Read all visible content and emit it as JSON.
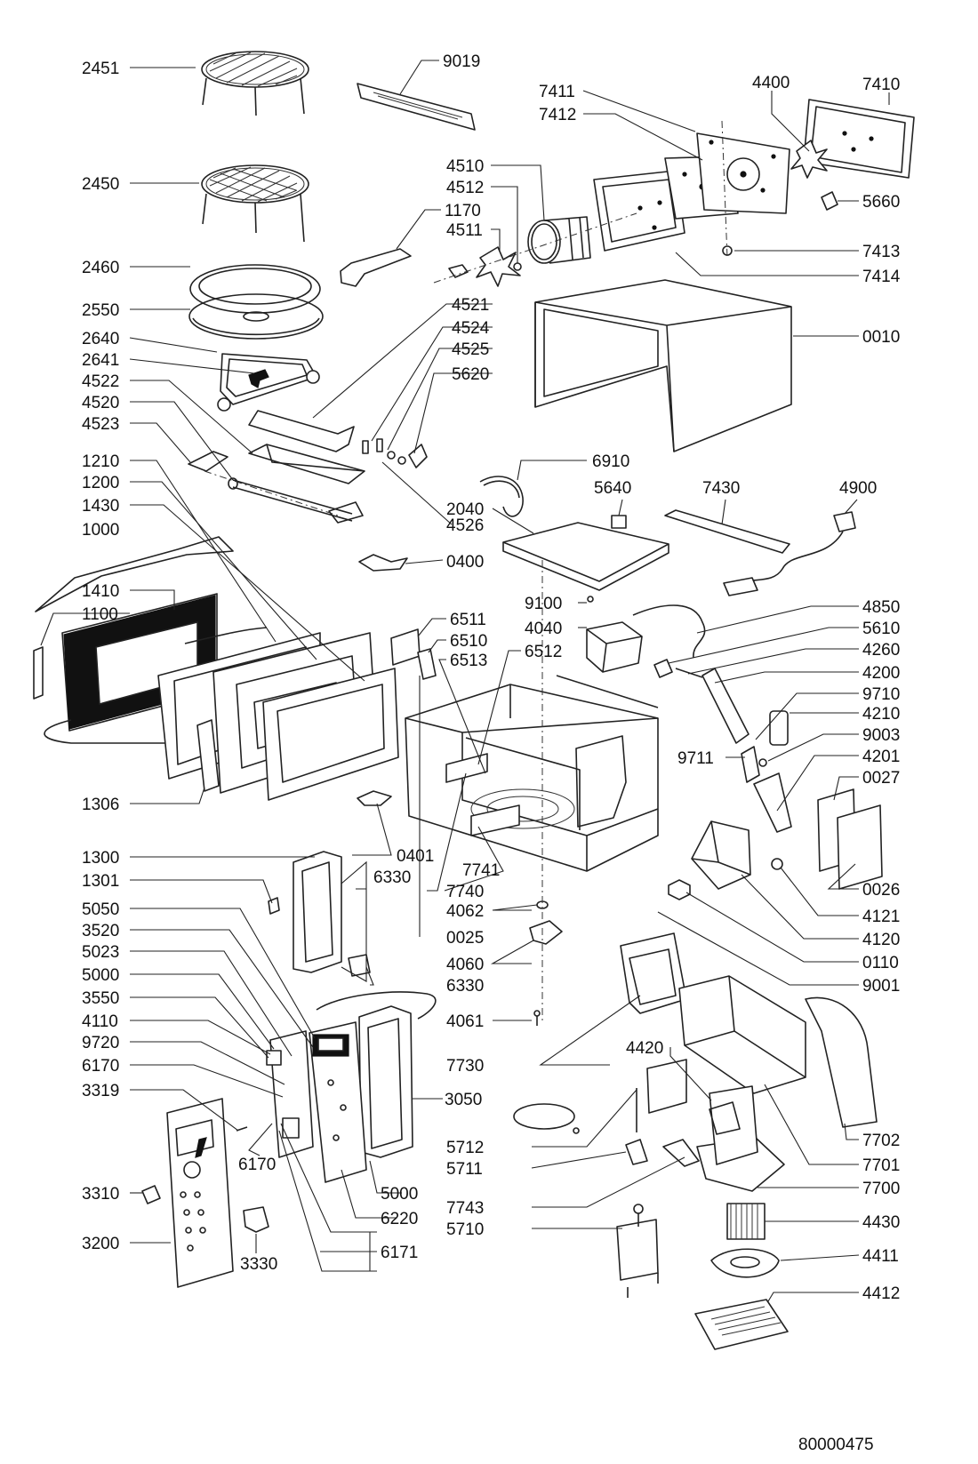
{
  "labels": [
    {
      "id": "2451",
      "text": "2451"
    },
    {
      "id": "2450",
      "text": "2450"
    },
    {
      "id": "2460",
      "text": "2460"
    },
    {
      "id": "2550",
      "text": "2550"
    },
    {
      "id": "2640",
      "text": "2640"
    },
    {
      "id": "2641",
      "text": "2641"
    },
    {
      "id": "4522",
      "text": "4522"
    },
    {
      "id": "4520",
      "text": "4520"
    },
    {
      "id": "4523",
      "text": "4523"
    },
    {
      "id": "1210",
      "text": "1210"
    },
    {
      "id": "1200",
      "text": "1200"
    },
    {
      "id": "1430",
      "text": "1430"
    },
    {
      "id": "1000",
      "text": "1000"
    },
    {
      "id": "1410",
      "text": "1410"
    },
    {
      "id": "1100",
      "text": "1100"
    },
    {
      "id": "1306",
      "text": "1306"
    },
    {
      "id": "1300",
      "text": "1300"
    },
    {
      "id": "1301",
      "text": "1301"
    },
    {
      "id": "5050",
      "text": "5050"
    },
    {
      "id": "3520",
      "text": "3520"
    },
    {
      "id": "5023",
      "text": "5023"
    },
    {
      "id": "5000a",
      "text": "5000"
    },
    {
      "id": "3550",
      "text": "3550"
    },
    {
      "id": "4110",
      "text": "4110"
    },
    {
      "id": "9720",
      "text": "9720"
    },
    {
      "id": "6170a",
      "text": "6170"
    },
    {
      "id": "3319",
      "text": "3319"
    },
    {
      "id": "3310",
      "text": "3310"
    },
    {
      "id": "3200",
      "text": "3200"
    },
    {
      "id": "3330",
      "text": "3330"
    },
    {
      "id": "6170b",
      "text": "6170"
    },
    {
      "id": "6171",
      "text": "6171"
    },
    {
      "id": "6220",
      "text": "6220"
    },
    {
      "id": "5000b",
      "text": "5000"
    },
    {
      "id": "3050",
      "text": "3050"
    },
    {
      "id": "4061",
      "text": "4061"
    },
    {
      "id": "4060",
      "text": "4060"
    },
    {
      "id": "4062",
      "text": "4062"
    },
    {
      "id": "0025",
      "text": "0025"
    },
    {
      "id": "7740",
      "text": "7740"
    },
    {
      "id": "7741",
      "text": "7741"
    },
    {
      "id": "6330a",
      "text": "6330"
    },
    {
      "id": "6330b",
      "text": "6330"
    },
    {
      "id": "0401",
      "text": "0401"
    },
    {
      "id": "6511",
      "text": "6511"
    },
    {
      "id": "6510",
      "text": "6510"
    },
    {
      "id": "6513",
      "text": "6513"
    },
    {
      "id": "6512",
      "text": "6512"
    },
    {
      "id": "4040",
      "text": "4040"
    },
    {
      "id": "9100",
      "text": "9100"
    },
    {
      "id": "0400",
      "text": "0400"
    },
    {
      "id": "2040",
      "text": "2040"
    },
    {
      "id": "4526",
      "text": "4526"
    },
    {
      "id": "6910",
      "text": "6910"
    },
    {
      "id": "5640",
      "text": "5640"
    },
    {
      "id": "7430",
      "text": "7430"
    },
    {
      "id": "4900",
      "text": "4900"
    },
    {
      "id": "4850",
      "text": "4850"
    },
    {
      "id": "5610",
      "text": "5610"
    },
    {
      "id": "4260",
      "text": "4260"
    },
    {
      "id": "4200",
      "text": "4200"
    },
    {
      "id": "9710",
      "text": "9710"
    },
    {
      "id": "4210",
      "text": "4210"
    },
    {
      "id": "9003",
      "text": "9003"
    },
    {
      "id": "9711",
      "text": "9711"
    },
    {
      "id": "4201",
      "text": "4201"
    },
    {
      "id": "0027",
      "text": "0027"
    },
    {
      "id": "0026",
      "text": "0026"
    },
    {
      "id": "4121",
      "text": "4121"
    },
    {
      "id": "4120",
      "text": "4120"
    },
    {
      "id": "0110",
      "text": "0110"
    },
    {
      "id": "9001",
      "text": "9001"
    },
    {
      "id": "7730",
      "text": "7730"
    },
    {
      "id": "4420",
      "text": "4420"
    },
    {
      "id": "5712",
      "text": "5712"
    },
    {
      "id": "5711",
      "text": "5711"
    },
    {
      "id": "7743",
      "text": "7743"
    },
    {
      "id": "5710",
      "text": "5710"
    },
    {
      "id": "7702",
      "text": "7702"
    },
    {
      "id": "7701",
      "text": "7701"
    },
    {
      "id": "7700",
      "text": "7700"
    },
    {
      "id": "4430",
      "text": "4430"
    },
    {
      "id": "4411",
      "text": "4411"
    },
    {
      "id": "4412",
      "text": "4412"
    },
    {
      "id": "9019",
      "text": "9019"
    },
    {
      "id": "1170",
      "text": "1170"
    },
    {
      "id": "4510",
      "text": "4510"
    },
    {
      "id": "4512",
      "text": "4512"
    },
    {
      "id": "4511",
      "text": "4511"
    },
    {
      "id": "4521",
      "text": "4521"
    },
    {
      "id": "4524",
      "text": "4524"
    },
    {
      "id": "4525",
      "text": "4525"
    },
    {
      "id": "5620",
      "text": "5620"
    },
    {
      "id": "7411",
      "text": "7411"
    },
    {
      "id": "7412",
      "text": "7412"
    },
    {
      "id": "4400",
      "text": "4400"
    },
    {
      "id": "7410",
      "text": "7410"
    },
    {
      "id": "5660",
      "text": "5660"
    },
    {
      "id": "7413",
      "text": "7413"
    },
    {
      "id": "7414",
      "text": "7414"
    },
    {
      "id": "0010",
      "text": "0010"
    }
  ],
  "drawing_number": "80000475"
}
